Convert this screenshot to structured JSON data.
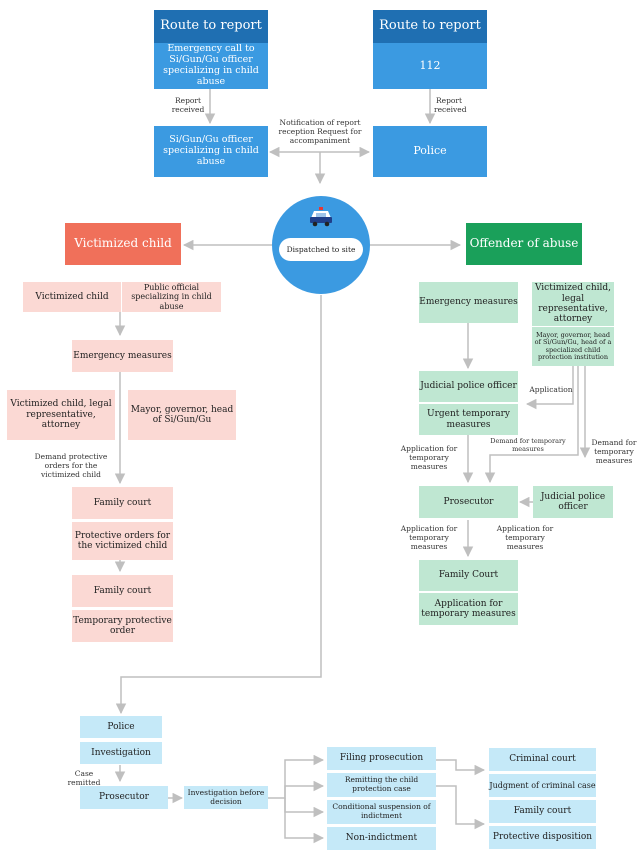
{
  "top": {
    "left_route": "Route to report",
    "left_call": "Emergency call to Si/Gun/Gu officer specializing in child abuse",
    "left_received": "Report received",
    "left_officer": "Si/Gun/Gu officer specializing in child abuse",
    "right_route": "Route to report",
    "right_number": "112",
    "right_received": "Report received",
    "right_police": "Police",
    "notification": "Notification of report reception Request for accompaniment",
    "dispatched": "Dispatched to site"
  },
  "victim": {
    "header": "Victimized child",
    "row1_left": "Victimized child",
    "row1_right": "Public official specializing in child abuse",
    "emergency": "Emergency measures",
    "rep": "Victimized child, legal representative, attorney",
    "mayor": "Mayor, governor, head of Si/Gun/Gu",
    "demand": "Demand protective orders for the victimized child",
    "family_court_1": "Family court",
    "protective_orders": "Protective orders for the victimized child",
    "family_court_2": "Family court",
    "temporary_order": "Temporary protective order"
  },
  "offender": {
    "header": "Offender of abuse",
    "emergency": "Emergency measures",
    "rep": "Victimized child, legal representative, attorney",
    "mayor": "Mayor, governor, head of Si/Gun/Gu, head of a specialized child protection institution",
    "judicial_police_1": "Judicial police officer",
    "urgent": "Urgent temporary measures",
    "application": "Application",
    "app_temp_1": "Application for temporary measures",
    "demand_temp_1": "Demand for temporary measures",
    "demand_temp_2": "Demand for temporary measures",
    "prosecutor": "Prosecutor",
    "judicial_police_2": "Judicial police officer",
    "app_temp_2": "Application for temporary measures",
    "app_temp_3": "Application for temporary measures",
    "family_court": "Family Court",
    "application_temp": "Application for temporary measures"
  },
  "bottom": {
    "police": "Police",
    "investigation": "Investigation",
    "case_remitted": "Case remitted",
    "prosecutor": "Prosecutor",
    "investigation_before": "Investigation before decision",
    "filing": "Filing prosecution",
    "remitting": "Remitting the child protection case",
    "conditional": "Conditional suspension of indictment",
    "non_indictment": "Non-indictment",
    "criminal_court": "Criminal court",
    "judgment": "Judgment of criminal case",
    "family_court": "Family court",
    "protective_disposition": "Protective disposition"
  },
  "colors": {
    "dark_blue": "#1f6fb2",
    "mid_blue": "#3b9ae1",
    "salmon": "#f0705a",
    "pink": "#fbd9d4",
    "dark_green": "#1aa05a",
    "light_green": "#bfe7d2",
    "light_blue": "#c5e9f8",
    "connector": "#bfbfbf"
  },
  "icons": {
    "dispatch": "police-car-icon"
  }
}
